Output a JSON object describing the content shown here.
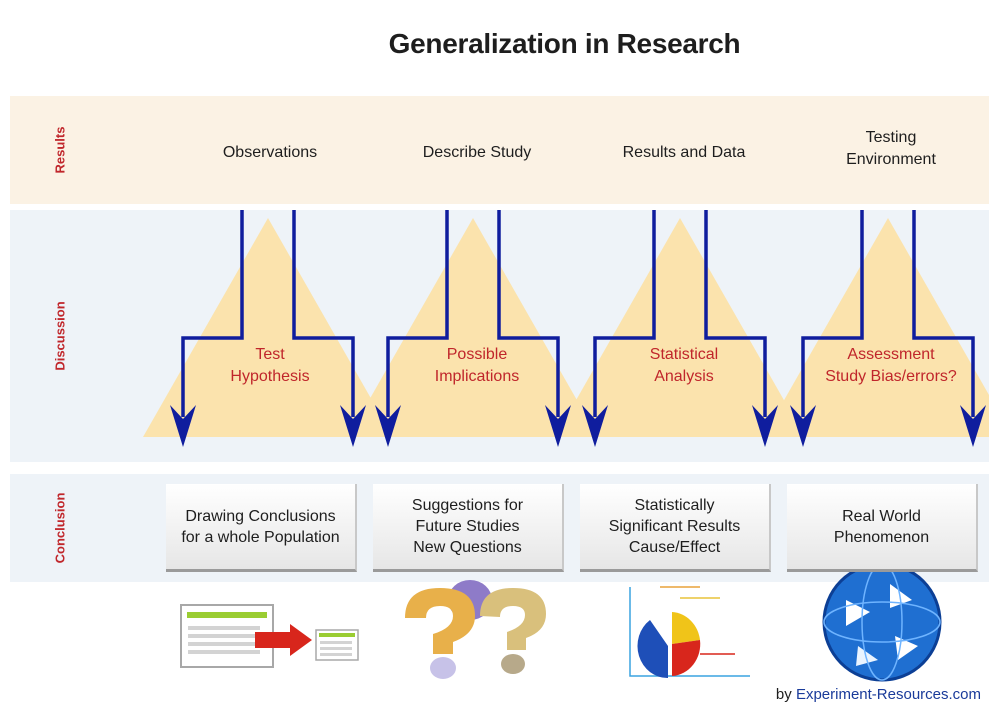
{
  "title": "Generalization in Research",
  "rows": {
    "results": "Results",
    "discussion": "Discussion",
    "conclusion": "Conclusion"
  },
  "columns": [
    {
      "heading": "Observations",
      "discussion": "Test\nHypothesis",
      "conclusion": "Drawing Conclusions\nfor a whole Population",
      "icon": "document-transfer-icon"
    },
    {
      "heading": "Describe Study",
      "discussion": "Possible\nImplications",
      "conclusion": "Suggestions for\nFuture Studies\nNew Questions",
      "icon": "question-marks-icon"
    },
    {
      "heading": "Results and Data",
      "discussion": "Statistical\nAnalysis",
      "conclusion": "Statistically\nSignificant Results\nCause/Effect",
      "icon": "pie-chart-icon"
    },
    {
      "heading": "Testing\nEnvironment",
      "discussion": "Assessment\nStudy Bias/errors?",
      "conclusion": "Real World\nPhenomenon",
      "icon": "globe-icon"
    }
  ],
  "credit": {
    "prefix": "by",
    "site": "Experiment-Resources.com"
  },
  "colors": {
    "accent_red": "#c0262b",
    "arrow_blue": "#0f1d9e",
    "triangle": "#fbe3ad"
  }
}
